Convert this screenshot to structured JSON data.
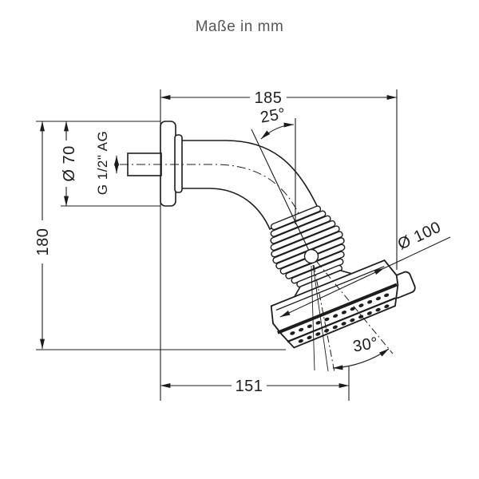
{
  "title": "Maße in mm",
  "dimensions": {
    "total_width": "185",
    "arm_angle": "25°",
    "flange_diameter": "Ø 70",
    "thread_label": "G 1/2\" AG",
    "total_height": "180",
    "head_diameter": "Ø 100",
    "spray_angle": "30°",
    "wall_to_spray_axis": "151"
  },
  "colors": {
    "line": "#1d1d1b",
    "dimension_text": "#1d1d1b",
    "title_text": "#575756",
    "background": "#ffffff"
  }
}
